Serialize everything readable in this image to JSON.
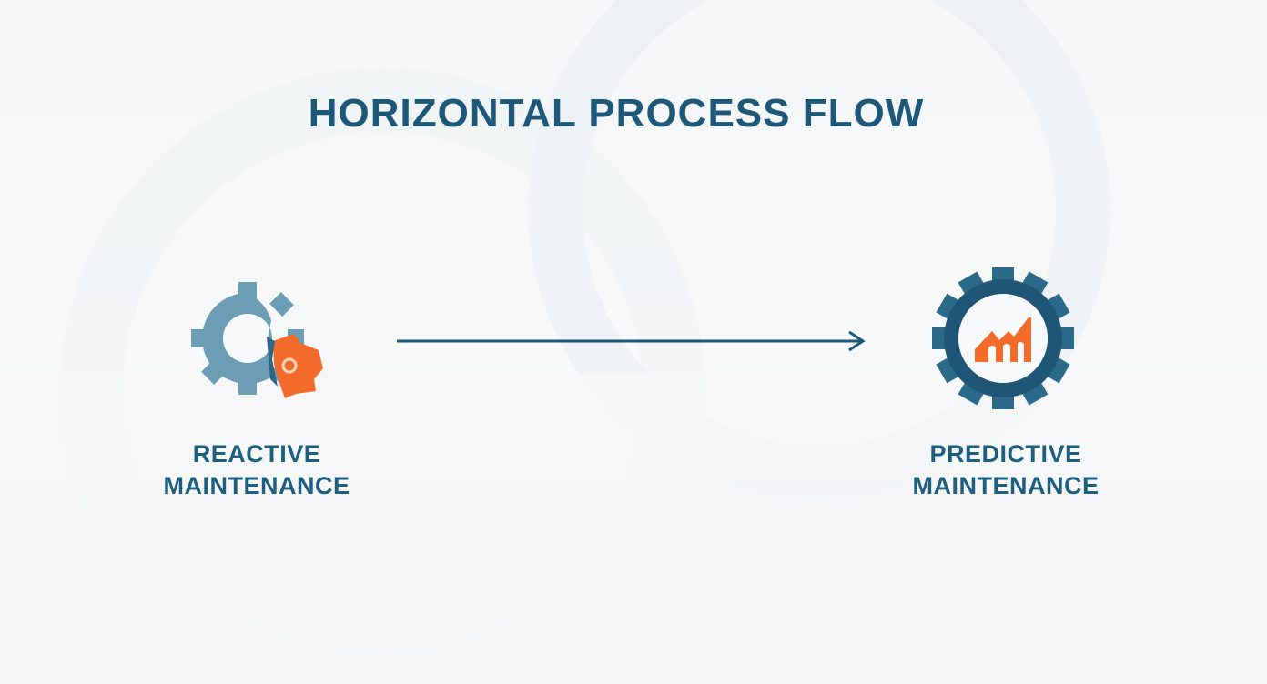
{
  "title": "HORIZONTAL PROCESS FLOW",
  "steps": [
    {
      "line1": "REACTIVE",
      "line2": "MAINTENANCE",
      "icon": "broken-gear-icon"
    },
    {
      "line1": "PREDICTIVE",
      "line2": "MAINTENANCE",
      "icon": "gear-growth-chart-icon"
    }
  ],
  "colors": {
    "primary": "#1d5878",
    "gear_light": "#6b9db5",
    "gear_dark": "#1f5677",
    "accent": "#f26b2a"
  }
}
